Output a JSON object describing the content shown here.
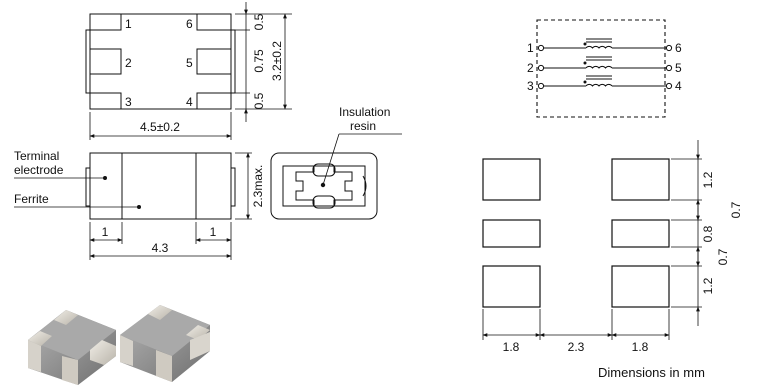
{
  "top_view": {
    "pins": [
      "1",
      "6",
      "2",
      "5",
      "3",
      "4"
    ],
    "dim_top": "0.5",
    "dim_mid": "0.75",
    "dim_bot": "0.5",
    "dim_height": "3.2±0.2",
    "dim_width": "4.5±0.2"
  },
  "side_view": {
    "label_terminal": "Terminal",
    "label_electrode": "electrode",
    "label_ferrite": "Ferrite",
    "dim_height": "2.3max.",
    "dim_left": "1",
    "dim_right": "1",
    "dim_body": "4.3"
  },
  "end_view": {
    "label_insulation": "Insulation",
    "label_resin": "resin"
  },
  "schematic": {
    "pins": [
      "1",
      "2",
      "3",
      "6",
      "5",
      "4"
    ]
  },
  "land_pattern": {
    "dim_pad_top": "1.2",
    "dim_gap_top": "0.7",
    "dim_pad_mid": "0.8",
    "dim_gap_bot": "0.7",
    "dim_pad_bot": "1.2",
    "dim_left": "1.8",
    "dim_center": "2.3",
    "dim_right": "1.8"
  },
  "footer": {
    "dimensions_note": "Dimensions in mm"
  }
}
